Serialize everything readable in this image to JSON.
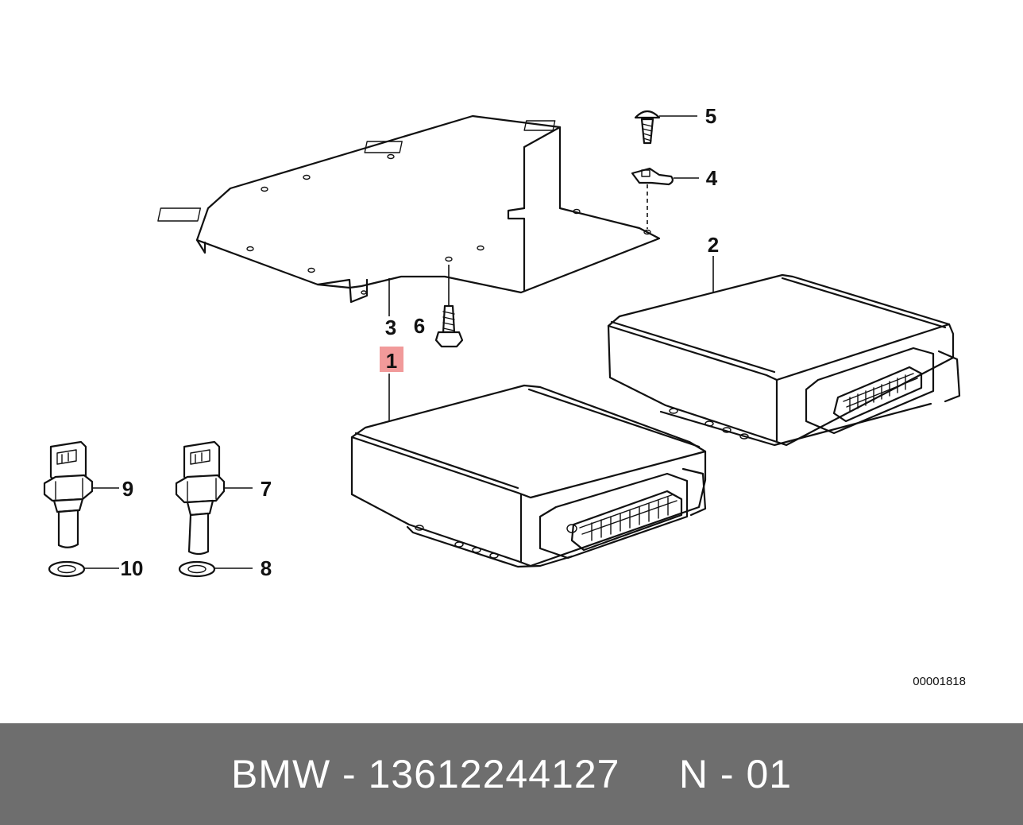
{
  "callouts": {
    "c1": "1",
    "c2": "2",
    "c3": "3",
    "c4": "4",
    "c5": "5",
    "c6": "6",
    "c7": "7",
    "c8": "8",
    "c9": "9",
    "c10": "10"
  },
  "highlight_color": "#f19a9a",
  "drawing_number": "00001818",
  "footer": {
    "text": "BMW - 13612244127     N - 01",
    "background": "#6e6e6e"
  }
}
